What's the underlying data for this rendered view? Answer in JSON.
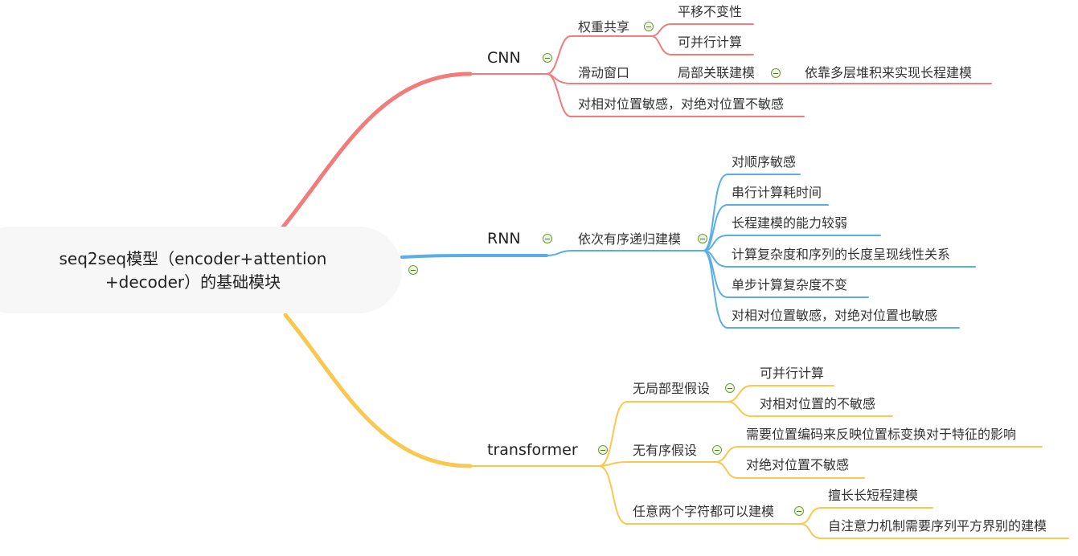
{
  "colors": {
    "cnn": "#f07c7c",
    "rnn": "#5aaee6",
    "transformer": "#f8c851",
    "collapse_icon": "#6e9a3a"
  },
  "root": {
    "line1": "seq2seq模型（encoder+attention",
    "line2": "+decoder）的基础模块"
  },
  "cnn": {
    "label": "CNN",
    "weight_sharing": {
      "label": "权重共享",
      "children": [
        "平移不变性",
        "可并行计算"
      ]
    },
    "sliding_window": {
      "label": "滑动窗口",
      "child": "局部关联建模",
      "grandchild": "依靠多层堆积来实现长程建模"
    },
    "position": "对相对位置敏感，对绝对位置不敏感"
  },
  "rnn": {
    "label": "RNN",
    "recursive": {
      "label": "依次有序递归建模",
      "children": [
        "对顺序敏感",
        "串行计算耗时间",
        "长程建模的能力较弱",
        "计算复杂度和序列的长度呈现线性关系",
        "单步计算复杂度不变",
        "对相对位置敏感，对绝对位置也敏感"
      ]
    }
  },
  "transformer": {
    "label": "transformer",
    "no_local": {
      "label": "无局部型假设",
      "children": [
        "可并行计算",
        "对相对位置的不敏感"
      ]
    },
    "no_order": {
      "label": "无有序假设",
      "children": [
        "需要位置编码来反映位置标变换对于特征的影响",
        "对绝对位置不敏感"
      ]
    },
    "any_two": {
      "label": "任意两个字符都可以建模",
      "children": [
        "擅长长短程建模",
        "自注意力机制需要序列平方界别的建模"
      ]
    }
  }
}
